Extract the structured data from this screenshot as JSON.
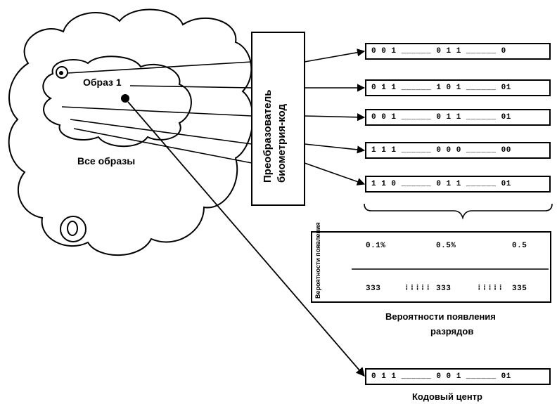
{
  "cloud": {
    "image_label": "Образ 1",
    "all_images_label": "Все образы"
  },
  "converter": {
    "label_line1": "Преобразователь",
    "label_line2": "биометрия-код"
  },
  "codes": [
    "0 0 1 ______ 0 1 1 ______ 0",
    "0 1 1 ______ 1 0 1 ______ 01",
    "0 0 1 ______ 0 1 1 ______ 01",
    "1 1 1 ______ 0 0 0 ______ 00",
    "1 1 0 ______ 0 1 1 ______ 01"
  ],
  "probabilities": {
    "side_label": "Вероятности появления",
    "top_values": [
      "0.1%",
      "0.5%",
      "0.5"
    ],
    "bottom_values": [
      "333",
      "333",
      "335"
    ],
    "caption_line1": "Вероятности появления",
    "caption_line2": "разрядов"
  },
  "code_center": {
    "value": "0 1 1 ______ 0 0 1 ______ 01",
    "label": "Кодовый центр"
  }
}
